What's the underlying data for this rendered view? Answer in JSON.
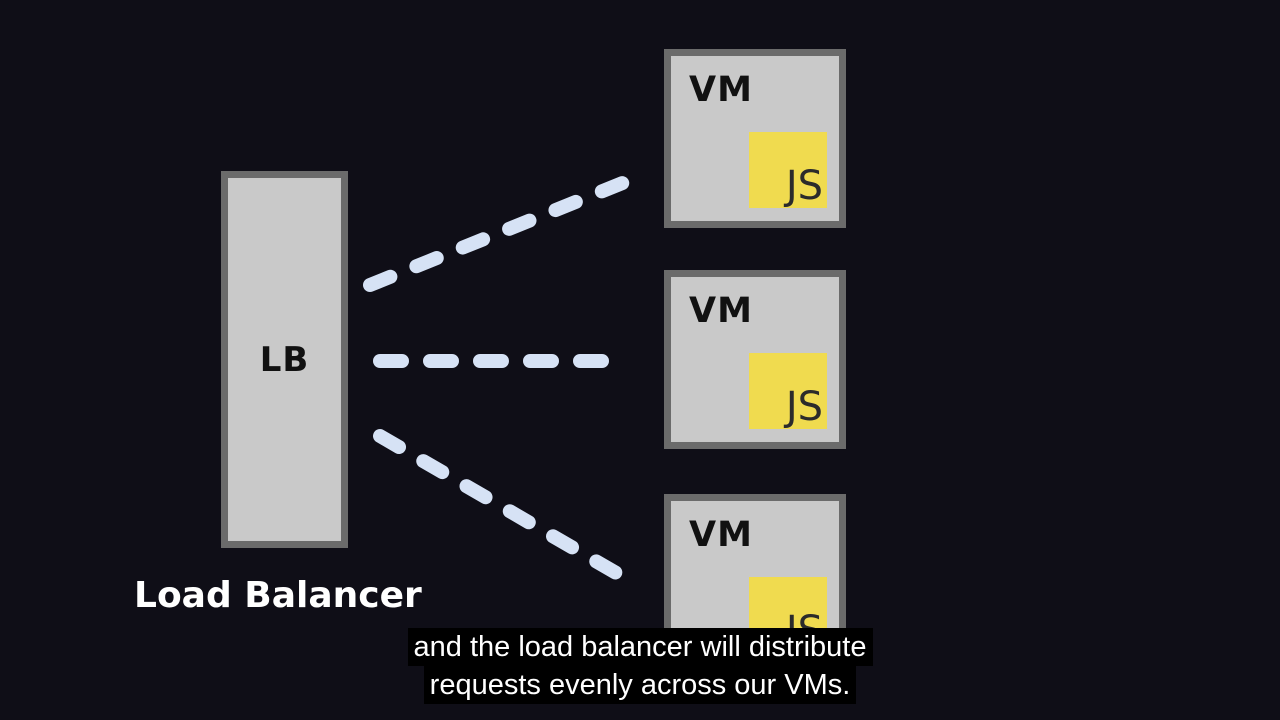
{
  "load_balancer": {
    "label": "LB",
    "caption": "Load Balancer"
  },
  "vms": [
    {
      "label": "VM",
      "badge": "JS"
    },
    {
      "label": "VM",
      "badge": "JS"
    },
    {
      "label": "VM",
      "badge": "JS"
    }
  ],
  "subtitles": [
    "and the load balancer will distribute",
    "requests evenly across our VMs."
  ],
  "colors": {
    "background": "#0f0e17",
    "box_fill": "#c9c9c9",
    "box_border": "#6b6b6b",
    "js_badge": "#f0db4f",
    "connector": "#d6e2f5"
  }
}
